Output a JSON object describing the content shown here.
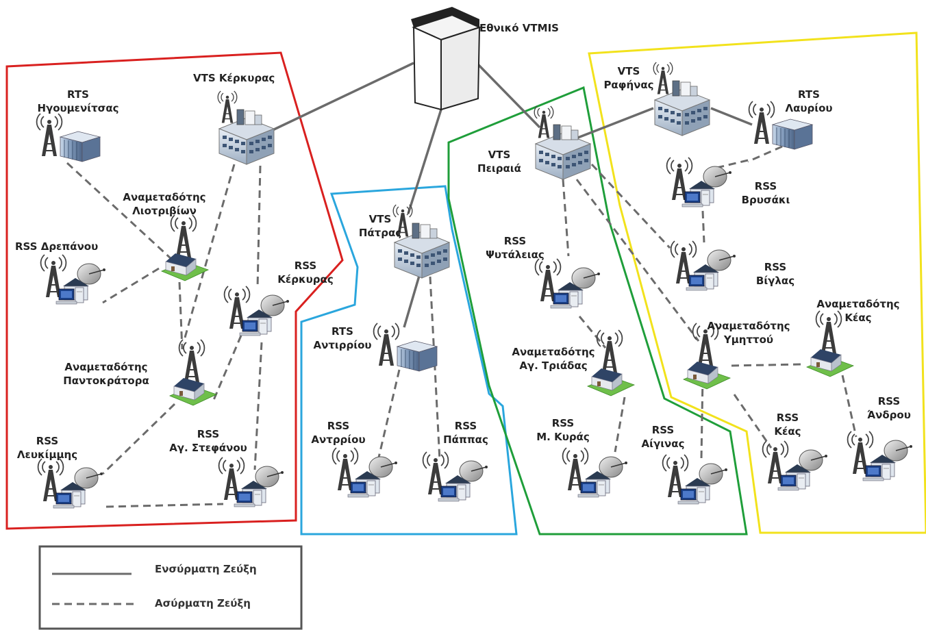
{
  "central": "Εθνικό VTMIS",
  "nodes": {
    "rts_igoumenitsas": [
      "RTS",
      "Ηγουμενίτσας"
    ],
    "vts_kerkyras": [
      "VTS Κέρκυρας"
    ],
    "anam_liotrivion": [
      "Αναμεταδότης",
      "Λιοτριβίων"
    ],
    "rss_drepanou": [
      "RSS Δρεπάνου"
    ],
    "rss_kerkyras": [
      "RSS",
      "Κέρκυρας"
    ],
    "anam_pantokratora": [
      "Αναμεταδότης",
      "Παντοκράτορα"
    ],
    "rss_lefkimmis": [
      "RSS",
      "Λευκίμμης"
    ],
    "rss_ag_stefanou": [
      "RSS",
      "Αγ. Στεφάνου"
    ],
    "vts_patras": [
      "VTS",
      "Πάτρας"
    ],
    "rts_antirriou": [
      "RTS",
      "Αντιρρίου"
    ],
    "rss_antrriou": [
      "RSS",
      "Αντρρίου"
    ],
    "rss_pappas": [
      "RSS",
      "Πάππας"
    ],
    "vts_peiraia": [
      "VTS",
      "Πειραιά"
    ],
    "rss_psytaleias": [
      "RSS",
      "Ψυτάλειας"
    ],
    "anam_ag_triadas": [
      "Αναμεταδότης",
      "Αγ. Τριάδας"
    ],
    "rss_m_kyras": [
      "RSS",
      "Μ. Κυράς"
    ],
    "rss_aiginas": [
      "RSS",
      "Αίγινας"
    ],
    "vts_rafinas": [
      "VTS",
      "Ραφήνας"
    ],
    "rts_lavriou": [
      "RTS",
      "Λαυρίου"
    ],
    "rss_vrysaki": [
      "RSS",
      "Βρυσάκι"
    ],
    "rss_viglas": [
      "RSS",
      "Βίγλας"
    ],
    "anam_ymittou": [
      "Αναμεταδότης",
      "Υμηττού"
    ],
    "anam_keas": [
      "Αναμεταδότης",
      "Κέας"
    ],
    "rss_keas": [
      "RSS",
      "Κέας"
    ],
    "rss_androu": [
      "RSS",
      "Άνδρου"
    ]
  },
  "legend": {
    "wired": "Ενσύρματη Ζεύξη",
    "wireless": "Ασύρματη Ζεύξη"
  },
  "colors": {
    "corfu_region": "#d9201f",
    "patras_region": "#2aa6dd",
    "piraeus_region": "#1f9e3a",
    "rafina_region": "#f2e21c",
    "link": "#6b6b6b"
  }
}
